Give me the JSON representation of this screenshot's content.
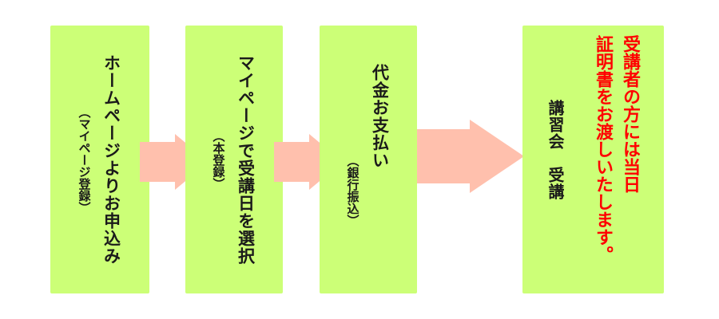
{
  "steps": [
    {
      "main": "ホームページよりお申込み",
      "sub": "（マイページ登録）"
    },
    {
      "main": "マイページで受講日を選択",
      "sub": "（本登録）"
    },
    {
      "main": "代金お支払い",
      "sub": "（銀行振込）"
    },
    {
      "main": "講習会　受講",
      "note_line1": "受講者の方には当日",
      "note_line2": "証明書をお渡しいたします。"
    }
  ],
  "colors": {
    "box": "#ccff77",
    "arrow": "#ffc0ad",
    "note": "#ff0000"
  }
}
